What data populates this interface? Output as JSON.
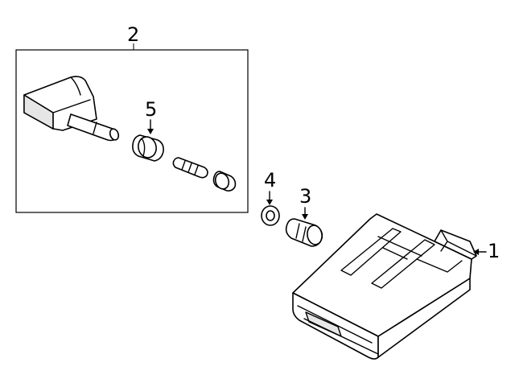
{
  "callouts": {
    "part1": "1",
    "part2": "2",
    "part3": "3",
    "part4": "4",
    "part5": "5"
  },
  "colors": {
    "line": "#000000",
    "background": "#ffffff",
    "shade": "#e6e6e6"
  }
}
